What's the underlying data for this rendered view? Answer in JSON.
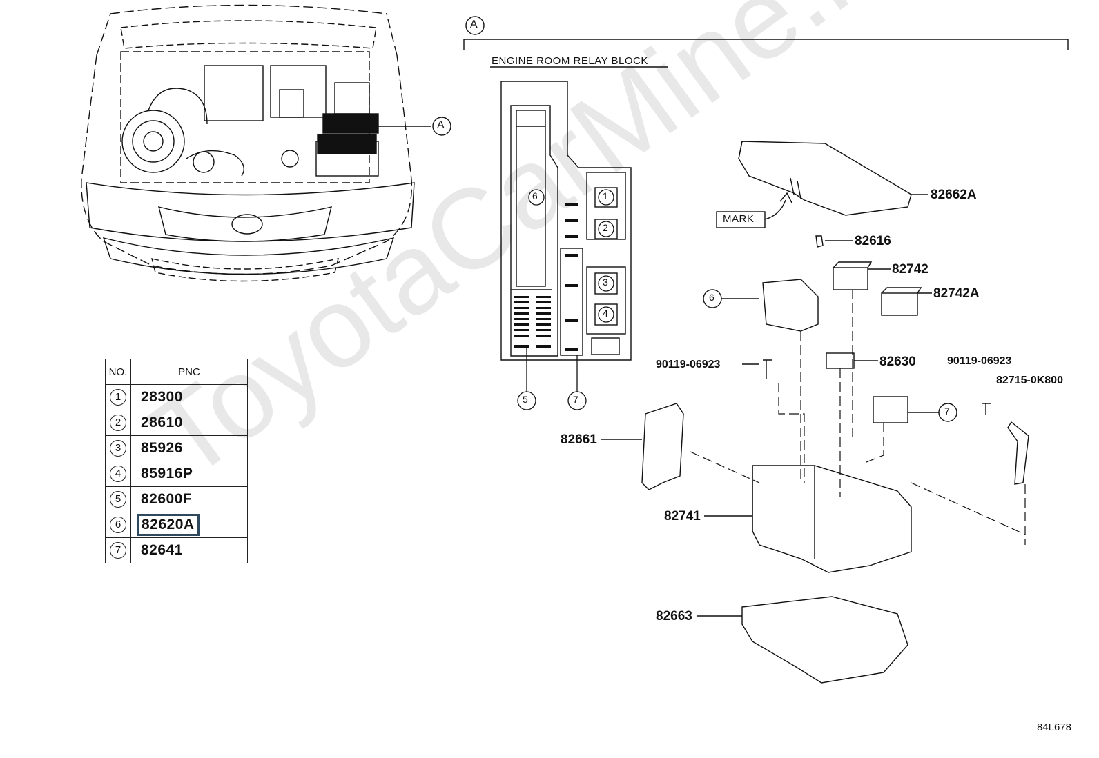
{
  "watermark": "ToyotaCarMine.ru",
  "section_marker": "A",
  "locator_marker": "A",
  "block_title": "ENGINE ROOM RELAY BLOCK",
  "mark_label": "MARK",
  "table": {
    "headers": {
      "no": "NO.",
      "pnc": "PNC"
    },
    "rows": [
      {
        "no": "1",
        "pnc": "28300"
      },
      {
        "no": "2",
        "pnc": "28610"
      },
      {
        "no": "3",
        "pnc": "85926"
      },
      {
        "no": "4",
        "pnc": "85916P"
      },
      {
        "no": "5",
        "pnc": "82600F"
      },
      {
        "no": "6",
        "pnc": "82620A",
        "highlighted": true
      },
      {
        "no": "7",
        "pnc": "82641"
      }
    ]
  },
  "layout_callouts": {
    "c1": "1",
    "c2": "2",
    "c3": "3",
    "c4": "4",
    "c5": "5",
    "c6": "6",
    "c7": "7"
  },
  "part_labels": {
    "p82662A": "82662A",
    "p82616": "82616",
    "p82742": "82742",
    "p82742A": "82742A",
    "p6": "6",
    "p82630": "82630",
    "p90119_left": "90119-06923",
    "p90119_right": "90119-06923",
    "p82715": "82715-0K800",
    "p7": "7",
    "p82661": "82661",
    "p82741": "82741",
    "p82663": "82663"
  },
  "drawing_code": "84L678",
  "colors": {
    "line": "#111111",
    "highlight_box": "#2f4a5f",
    "watermark": "#e8e8e8"
  }
}
